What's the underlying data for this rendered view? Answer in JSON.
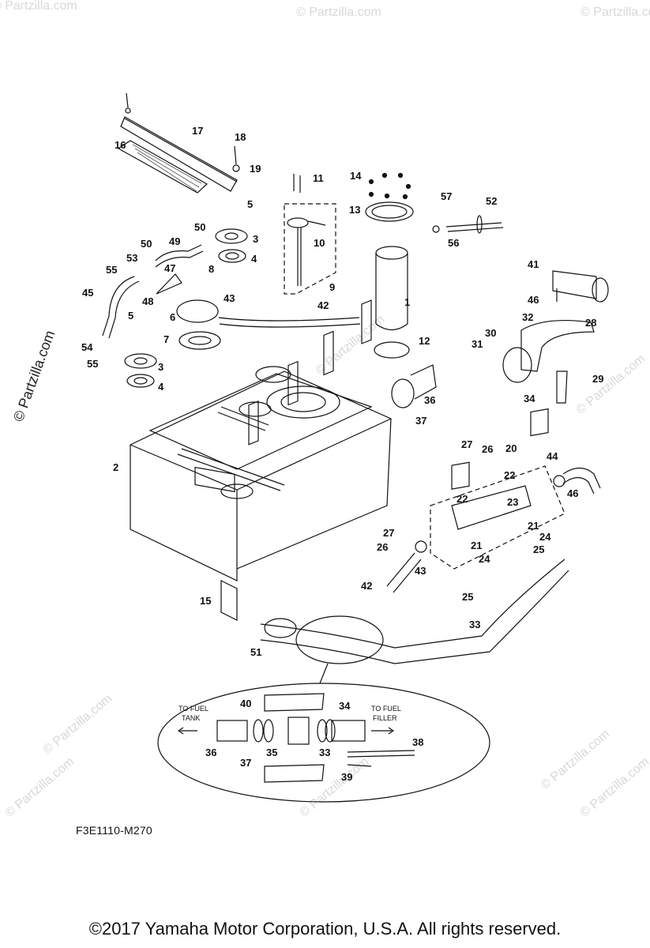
{
  "diagram_code": "F3E1110-M270",
  "copyright": "©2017 Yamaha Motor Corporation, U.S.A. All rights reserved.",
  "watermark": "© Partzilla.com",
  "inset_labels": {
    "to_fuel_tank_line1": "TO FUEL",
    "to_fuel_tank_line2": "TANK",
    "to_fuel_filler_line1": "TO FUEL",
    "to_fuel_filler_line2": "FILLER"
  },
  "callouts": [
    "1",
    "2",
    "3",
    "3",
    "4",
    "4",
    "5",
    "5",
    "6",
    "7",
    "8",
    "9",
    "10",
    "11",
    "12",
    "13",
    "14",
    "15",
    "16",
    "17",
    "18",
    "19",
    "20",
    "21",
    "21",
    "22",
    "22",
    "23",
    "24",
    "24",
    "25",
    "25",
    "26",
    "26",
    "27",
    "27",
    "28",
    "29",
    "30",
    "31",
    "32",
    "33",
    "33",
    "34",
    "34",
    "35",
    "36",
    "36",
    "37",
    "37",
    "38",
    "39",
    "40",
    "41",
    "42",
    "42",
    "43",
    "43",
    "44",
    "45",
    "46",
    "46",
    "47",
    "48",
    "49",
    "50",
    "50",
    "51",
    "52",
    "53",
    "54",
    "55",
    "55",
    "56",
    "57"
  ]
}
